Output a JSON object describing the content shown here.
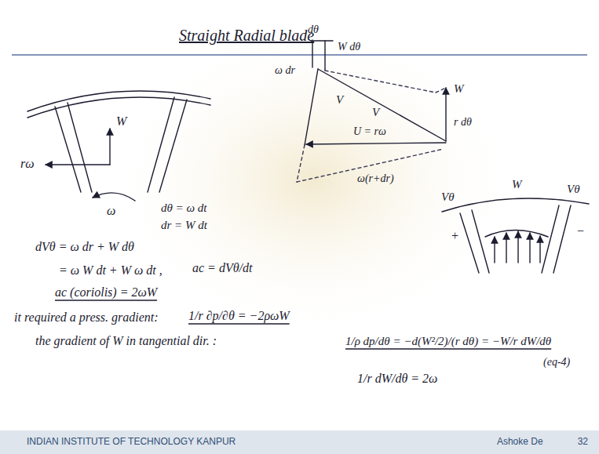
{
  "diagram": {
    "title": "Straight Radial blade",
    "nodes": [
      {
        "text": [
          "INDIAN INSTITUTE OF TECHNOLOGY KANPUR",
          "Ashoke De",
          "32"
        ]
      }
    ],
    "labels": [
      "rω",
      "W",
      "ω",
      "dθ",
      "W dθ",
      "ω dr",
      "V",
      "V",
      "W",
      "r dθ",
      "U = rω",
      "ω(r+dr)",
      "dθ = ω dt",
      "dr = W dt",
      "Vθ",
      "W",
      "Vθ",
      "+",
      "−",
      "dVθ = ω dr + W dθ",
      "= ω W dt + W ω dt ,",
      "ac = dVθ/dt",
      "ac (coriolis) = 2ωW",
      "it required a press. gradient:",
      "1/r ∂p/∂θ = −2ρωW",
      "the gradient of W in tangential dir. :",
      "1/ρ dp/dθ = −d(W²/2)/(r dθ) = −W/r dW/dθ",
      "(eq-4)",
      "1/r dW/dθ = 2ω"
    ]
  }
}
